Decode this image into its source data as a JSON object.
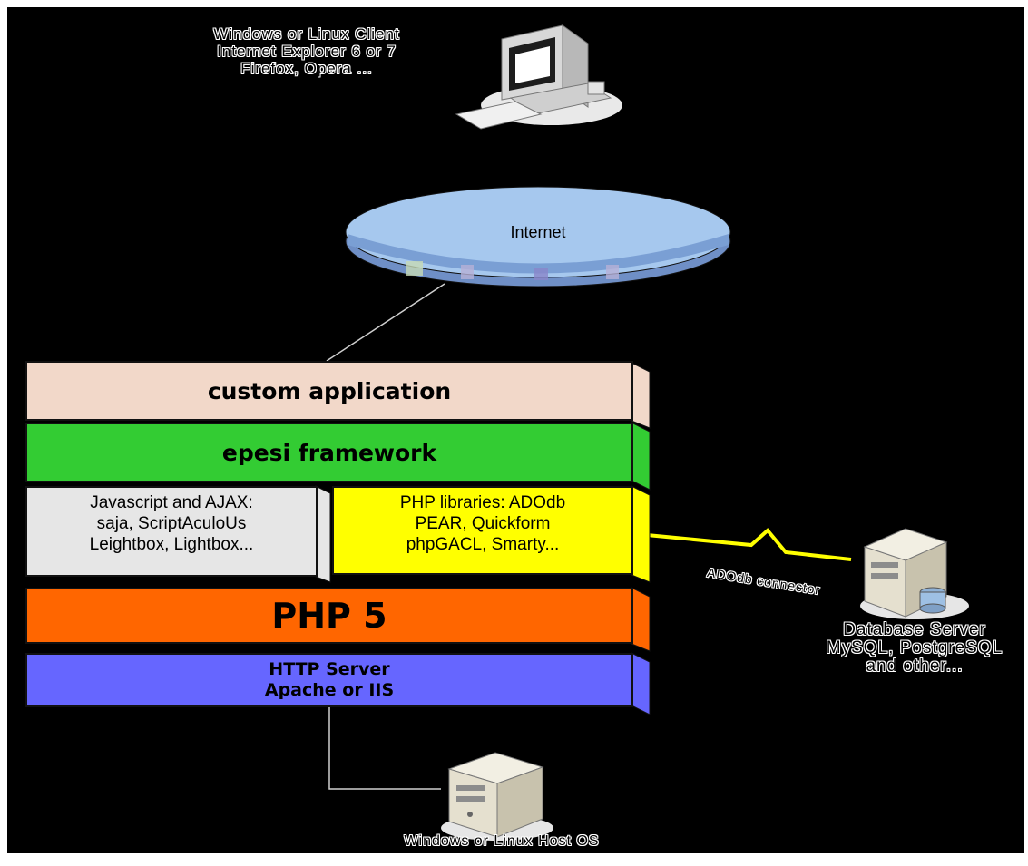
{
  "client": {
    "label_lines": [
      "Windows or Linux Client",
      "Internet Explorer 6 or 7",
      "Firefox, Opera ..."
    ],
    "icon": "desktop-computer-icon"
  },
  "internet": {
    "label": "Internet",
    "icon": "network-disc-icon"
  },
  "stack": {
    "custom_application": "custom application",
    "epesi_framework": "epesi framework",
    "javascript_lines": [
      "Javascript and AJAX:",
      "saja, ScriptAculoUs",
      "Leightbox, Lightbox..."
    ],
    "php_libraries_lines": [
      "PHP libraries: ADOdb",
      "PEAR, Quickform",
      "phpGACL, Smarty..."
    ],
    "php": "PHP 5",
    "http_server_lines": [
      "HTTP Server",
      "Apache or IIS"
    ]
  },
  "connection": {
    "label": "ADOdb connector",
    "icon": "lightning-link-icon"
  },
  "database_server": {
    "label_lines": [
      "Database Server",
      "MySQL, PostgreSQL",
      "and other..."
    ],
    "icon": "database-server-icon"
  },
  "host": {
    "label": "Windows or Linux Host OS",
    "icon": "server-tower-icon"
  },
  "colors": {
    "background": "#000000",
    "custom_application": "#f2d8c9",
    "epesi_framework": "#33cc33",
    "javascript_box": "#e6e6e6",
    "php_libraries_box": "#ffff00",
    "php": "#ff6600",
    "http_server": "#6666ff",
    "internet": "#a6c8ee"
  }
}
